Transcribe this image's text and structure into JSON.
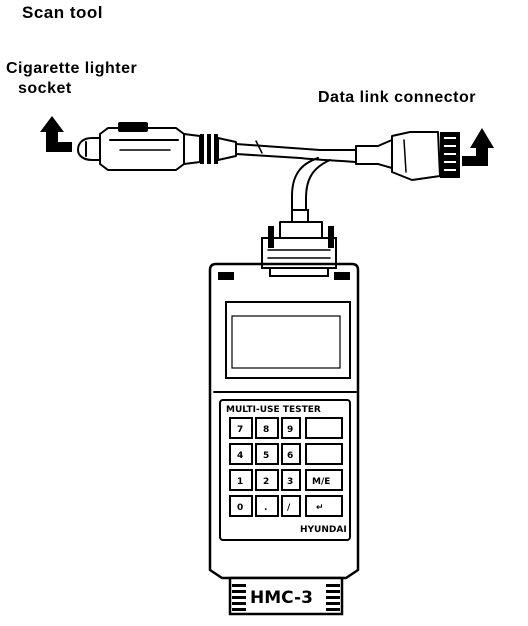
{
  "diagram": {
    "title": "Scan tool",
    "labels": {
      "lighter_line1": "Cigarette lighter",
      "lighter_line2": "socket",
      "data_link_connector": "Data link connector"
    },
    "device": {
      "panel_text": "MULTI-USE TESTER",
      "brand": "HYUNDAI",
      "model": "HMC-3",
      "keys_left": [
        [
          "7",
          "8",
          "9"
        ],
        [
          "4",
          "5",
          "6"
        ],
        [
          "1",
          "2",
          "3"
        ],
        [
          "0",
          ".",
          "/"
        ]
      ],
      "keys_right": [
        "",
        "",
        "M/E",
        "↵"
      ]
    },
    "icons": [
      "arrow-up-left-icon",
      "arrow-up-right-icon"
    ]
  }
}
